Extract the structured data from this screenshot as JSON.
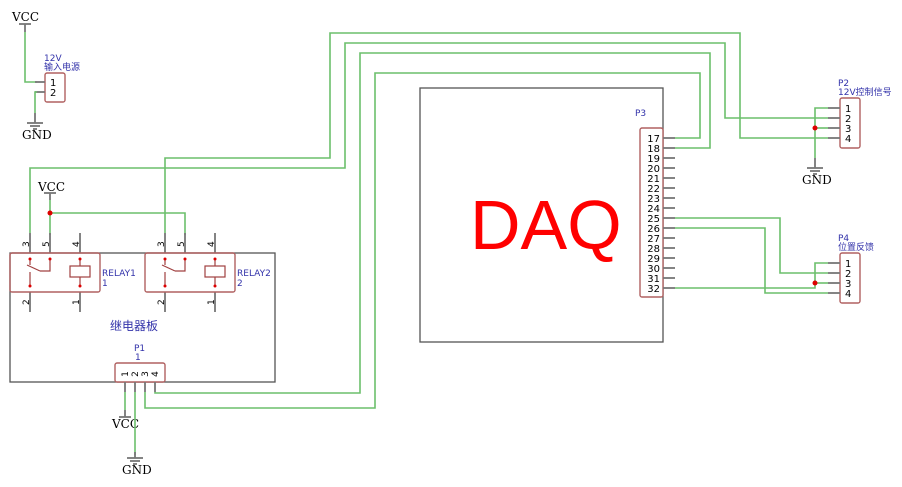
{
  "nets": {
    "vcc": "VCC",
    "gnd": "GND"
  },
  "power_connector": {
    "label1": "12V",
    "label2": "输入电源",
    "pins": [
      "1",
      "2"
    ]
  },
  "relay_board": {
    "title": "继电器板"
  },
  "relay1": {
    "name": "RELAY1",
    "index": "1",
    "pins": {
      "p3": "3",
      "p5": "5",
      "p4": "4",
      "p2": "2",
      "p1": "1"
    }
  },
  "relay2": {
    "name": "RELAY2",
    "index": "2",
    "pins": {
      "p3": "3",
      "p5": "5",
      "p4": "4",
      "p2": "2",
      "p1": "1"
    }
  },
  "p1": {
    "name": "P1",
    "index": "1",
    "pins": [
      "1",
      "2",
      "3",
      "4"
    ]
  },
  "daq": {
    "title": "DAQ"
  },
  "p3": {
    "name": "P3",
    "pins": [
      "17",
      "18",
      "19",
      "20",
      "21",
      "22",
      "23",
      "24",
      "25",
      "26",
      "27",
      "28",
      "29",
      "30",
      "31",
      "32"
    ]
  },
  "p2": {
    "name": "P2",
    "label": "12V控制信号",
    "pins": [
      "1",
      "2",
      "3",
      "4"
    ]
  },
  "p4": {
    "name": "P4",
    "label": "位置反馈",
    "pins": [
      "1",
      "2",
      "3",
      "4"
    ]
  },
  "colors": {
    "wire": "#6cbf6c",
    "junction": "#dd0000",
    "daq_text": "#ff0000",
    "component": "#b06060"
  }
}
